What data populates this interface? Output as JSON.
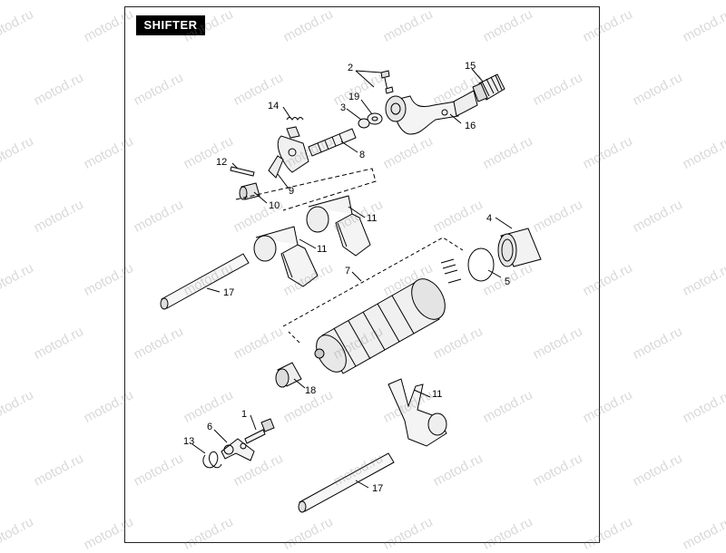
{
  "diagram": {
    "title": "SHIFTER",
    "watermark": "motod.ru",
    "callouts": {
      "c1": "1",
      "c2": "2",
      "c3": "3",
      "c4": "4",
      "c5": "5",
      "c6": "6",
      "c7": "7",
      "c8": "8",
      "c9": "9",
      "c10": "10",
      "c11a": "11",
      "c11b": "11",
      "c11c": "11",
      "c12": "12",
      "c13": "13",
      "c14": "14",
      "c15": "15",
      "c16": "16",
      "c17a": "17",
      "c17b": "17",
      "c18": "18",
      "c19": "19"
    }
  }
}
